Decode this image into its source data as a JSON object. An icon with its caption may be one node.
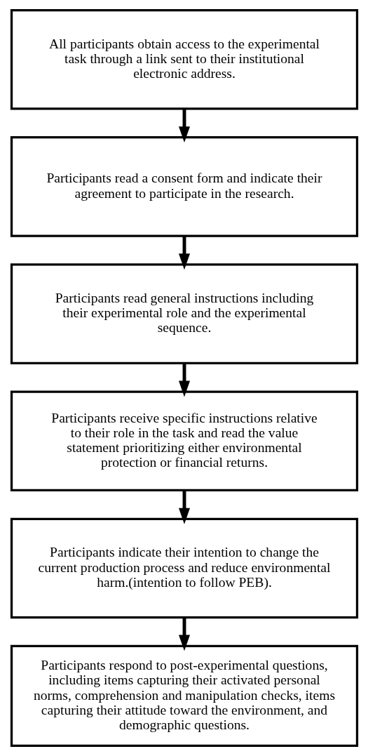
{
  "diagram": {
    "nodes": [
      {
        "text": [
          "All participants obtain access to the experimental task through a link sent to their institutional electronic address."
        ]
      },
      {
        "text": [
          "Participants read a consent form and indicate their agreement to participate in the research."
        ]
      },
      {
        "text": [
          "Participants read general instructions including their experimental role and the experimental sequence."
        ]
      },
      {
        "text": [
          "Participants receive specific instructions relative to their role in the task and read the value statement prioritizing either environmental protection or financial returns."
        ]
      },
      {
        "text": [
          "Participants indicate their intention to change the current production process and reduce environmental harm.(intention to follow PEB)."
        ]
      },
      {
        "text": [
          "Participants respond to post-experimental questions, including items capturing their activated personal norms, comprehension and manipulation checks, items capturing their attitude toward the environment, and demographic questions."
        ]
      }
    ],
    "edges": [
      {
        "from": 0,
        "to": 1,
        "arrow": "to"
      },
      {
        "from": 1,
        "to": 2,
        "arrow": "to"
      },
      {
        "from": 2,
        "to": 3,
        "arrow": "to"
      },
      {
        "from": 3,
        "to": 4,
        "arrow": "to"
      },
      {
        "from": 4,
        "to": 5,
        "arrow": "to"
      }
    ]
  }
}
